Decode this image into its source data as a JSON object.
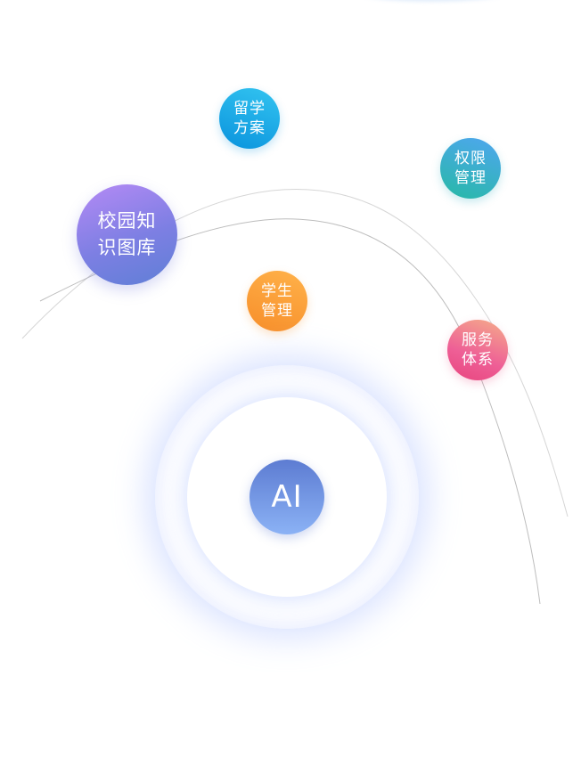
{
  "diagram": {
    "nodes": [
      {
        "id": "study-plan",
        "label": "留学方案",
        "color_from": "#33c4f0",
        "color_to": "#0a93dd"
      },
      {
        "id": "permission",
        "label": "权限管理",
        "color_from": "#4fa6f0",
        "color_to": "#27b9a6"
      },
      {
        "id": "campus-kg",
        "label": "校园知识图库",
        "color_from": "#b58af5",
        "color_to": "#5f7fd6"
      },
      {
        "id": "student-mgmt",
        "label": "学生管理",
        "color_from": "#ffb24a",
        "color_to": "#f78e2a"
      },
      {
        "id": "service",
        "label": "服务体系",
        "color_from": "#f5ad8a",
        "color_to": "#e8457e"
      }
    ],
    "center": {
      "label": "AI",
      "color_from": "#5d7cd2",
      "color_to": "#8bb2f5"
    },
    "halo_color": "#aabeff",
    "orbit_line_color": "#c8c8c8"
  }
}
